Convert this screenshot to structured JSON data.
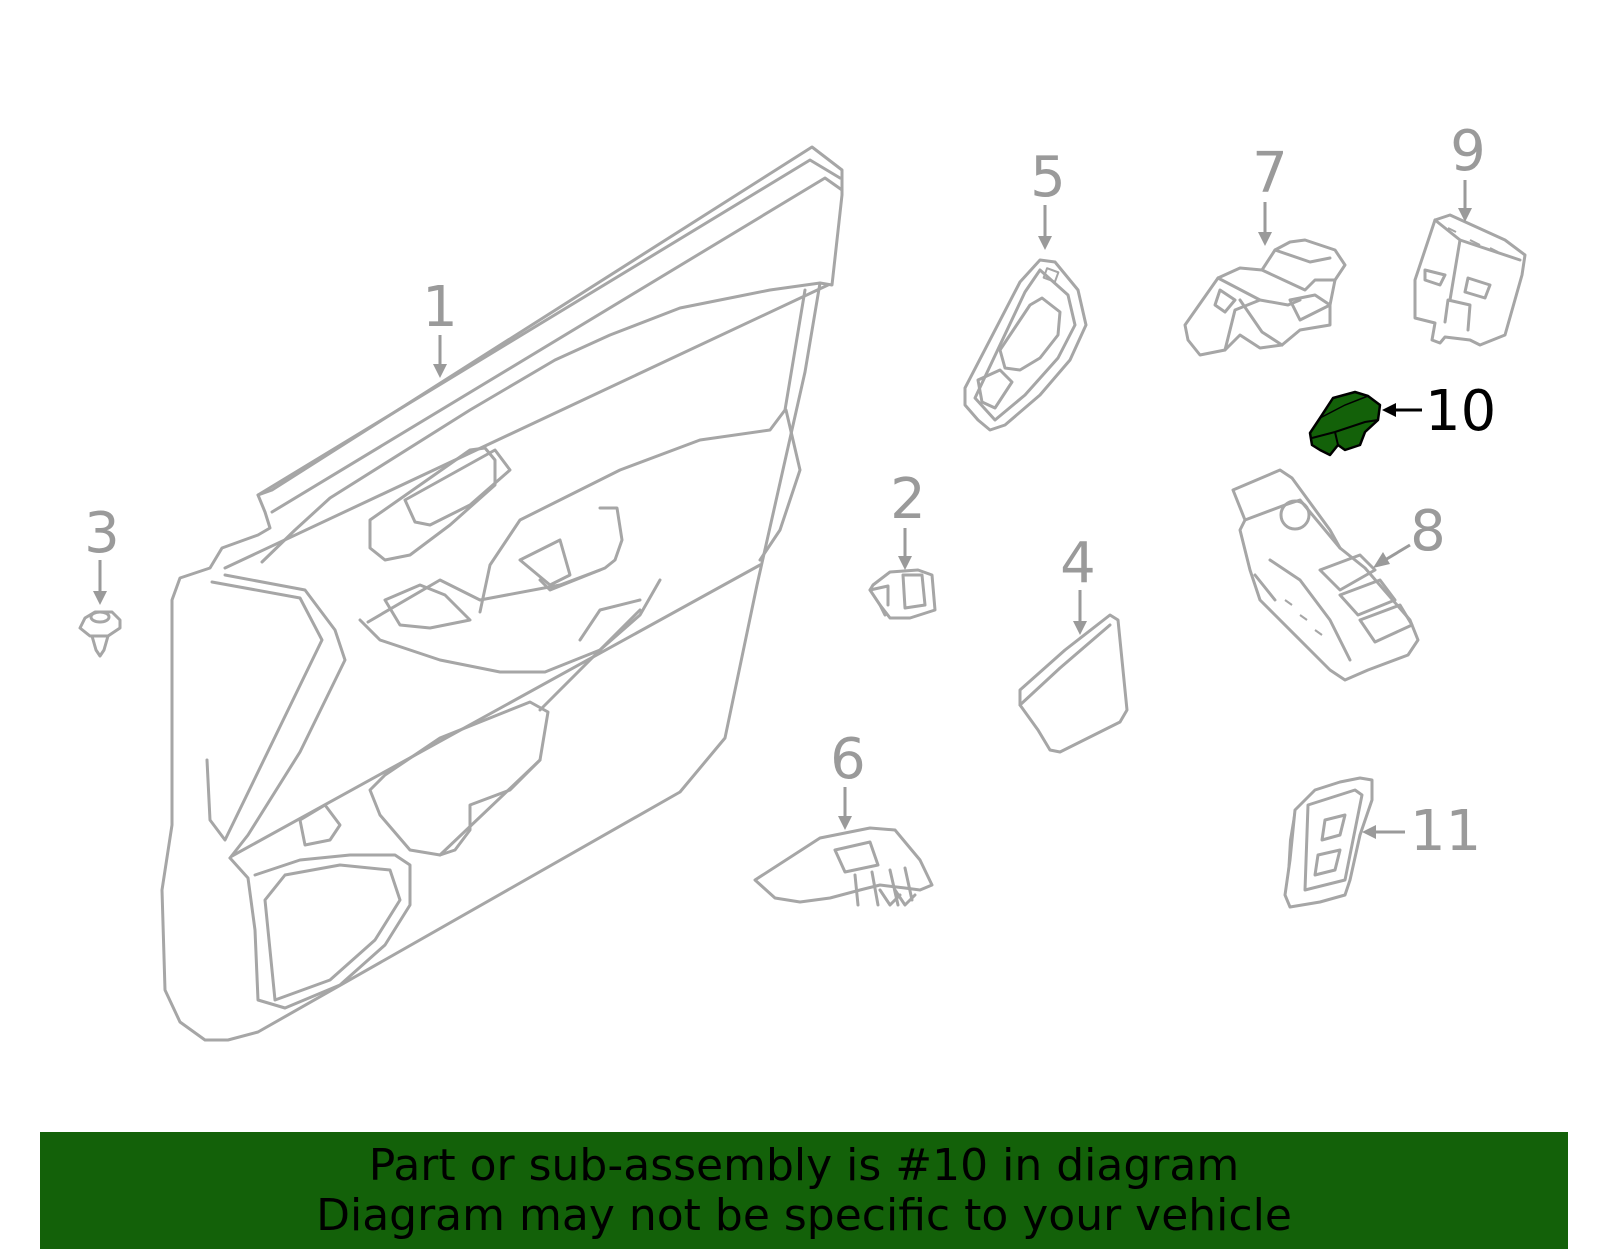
{
  "callouts": {
    "c1": "1",
    "c2": "2",
    "c3": "3",
    "c4": "4",
    "c5": "5",
    "c6": "6",
    "c7": "7",
    "c8": "8",
    "c9": "9",
    "c10": "10",
    "c11": "11"
  },
  "highlight": {
    "part": "10",
    "color": "#136109"
  },
  "banner": {
    "line1": "Part or sub-assembly is #10 in diagram",
    "line2": "Diagram may not be specific to your vehicle",
    "background": "#136109"
  }
}
